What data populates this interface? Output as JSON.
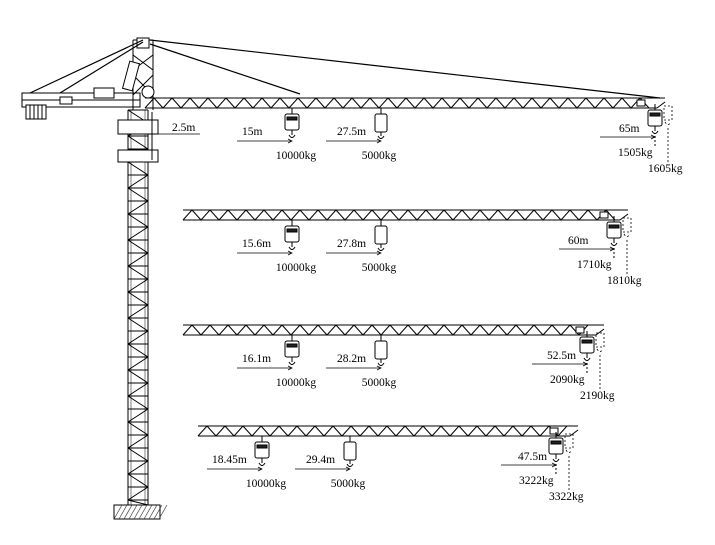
{
  "mast_offset": "2.5m",
  "colors": {
    "line": "#000000",
    "hook": "#222222",
    "ground": "#444444"
  },
  "configs": [
    {
      "id": "jib-65",
      "reach1": "15m",
      "load1": "10000kg",
      "reach2": "27.5m",
      "load2": "5000kg",
      "tip_reach": "65m",
      "tip_load_a": "1505kg",
      "tip_load_b": "1605kg"
    },
    {
      "id": "jib-60",
      "reach1": "15.6m",
      "load1": "10000kg",
      "reach2": "27.8m",
      "load2": "5000kg",
      "tip_reach": "60m",
      "tip_load_a": "1710kg",
      "tip_load_b": "1810kg"
    },
    {
      "id": "jib-52",
      "reach1": "16.1m",
      "load1": "10000kg",
      "reach2": "28.2m",
      "load2": "5000kg",
      "tip_reach": "52.5m",
      "tip_load_a": "2090kg",
      "tip_load_b": "2190kg"
    },
    {
      "id": "jib-47",
      "reach1": "18.45m",
      "load1": "10000kg",
      "reach2": "29.4m",
      "load2": "5000kg",
      "tip_reach": "47.5m",
      "tip_load_a": "3222kg",
      "tip_load_b": "3322kg"
    }
  ]
}
